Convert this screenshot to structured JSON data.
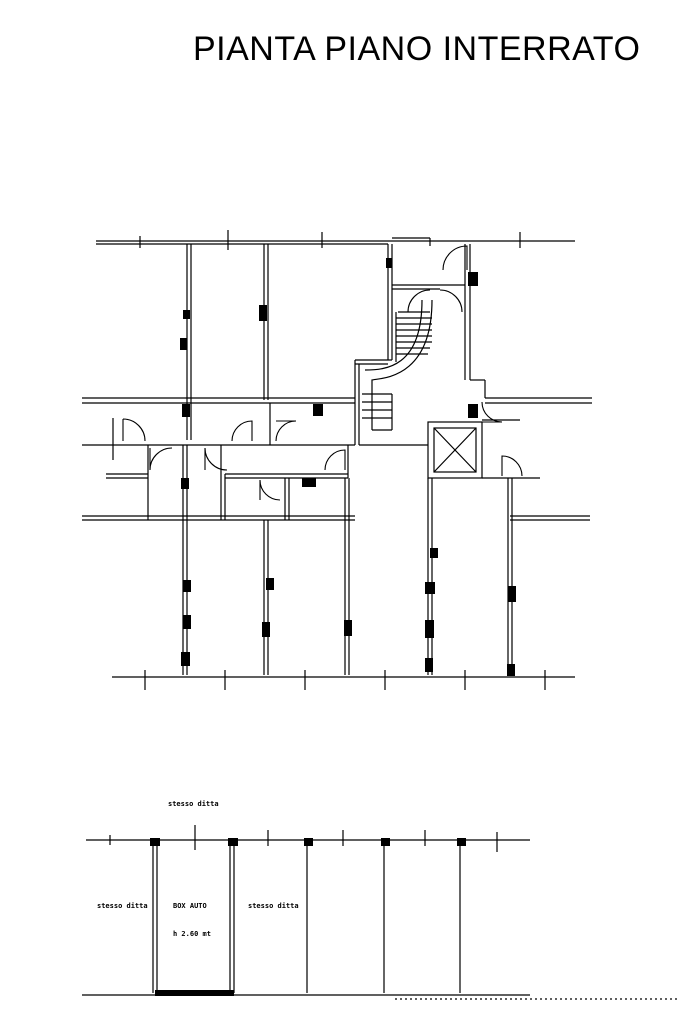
{
  "title": "PIANTA PIANO INTERRATO",
  "labels": {
    "top": "stesso ditta",
    "left": "stesso ditta",
    "box": "BOX AUTO",
    "height": "h 2.60 mt",
    "right": "stesso ditta"
  }
}
